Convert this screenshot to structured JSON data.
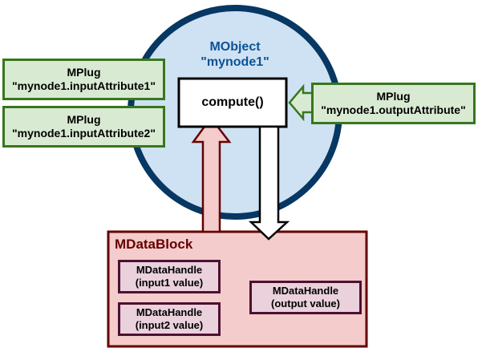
{
  "mobject": {
    "line1": "MObject",
    "line2": "\"mynode1\""
  },
  "compute": {
    "label": "compute()"
  },
  "plugs": [
    {
      "title": "MPlug",
      "name": "\"mynode1.inputAttribute1\""
    },
    {
      "title": "MPlug",
      "name": "\"mynode1.inputAttribute2\""
    },
    {
      "title": "MPlug",
      "name": "\"mynode1.outputAttribute\""
    }
  ],
  "datablock": {
    "title": "MDataBlock"
  },
  "handles": [
    {
      "title": "MDataHandle",
      "desc": "(input1 value)"
    },
    {
      "title": "MDataHandle",
      "desc": "(input2 value)"
    },
    {
      "title": "MDataHandle",
      "desc": "(output value)"
    }
  ],
  "colors": {
    "mobject_fill": "#cfe2f3",
    "mobject_stroke": "#073763",
    "plug_fill": "#d9ead3",
    "plug_stroke": "#38761d",
    "datablock_fill": "#f4cccc",
    "datablock_stroke": "#660000",
    "handle_fill": "#ead1dc",
    "handle_stroke": "#4c1130"
  }
}
